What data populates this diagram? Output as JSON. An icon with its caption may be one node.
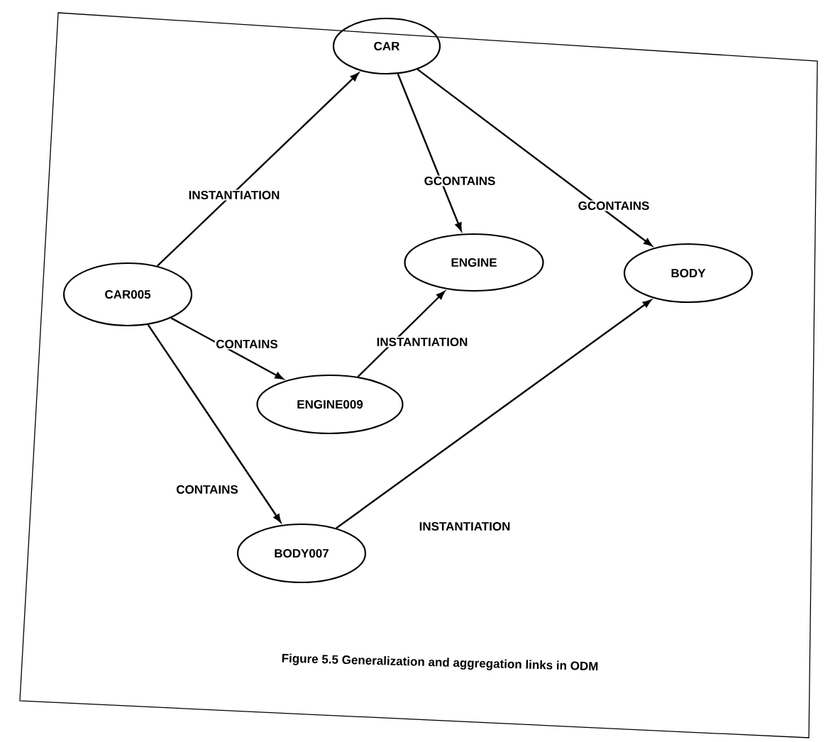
{
  "diagram": {
    "caption": "Figure 5.5   Generalization and aggregation links in ODM",
    "nodes": [
      {
        "text": [
          "CAR"
        ]
      },
      {
        "text": [
          "ENGINE"
        ]
      },
      {
        "text": [
          "BODY"
        ]
      },
      {
        "text": [
          "CAR005"
        ]
      },
      {
        "text": [
          "ENGINE009"
        ]
      },
      {
        "text": [
          "BODY007"
        ]
      }
    ],
    "edges": [
      {
        "from": 3,
        "to": 0,
        "arrow": "to",
        "label": "INSTANTIATION"
      },
      {
        "from": 0,
        "to": 1,
        "arrow": "to",
        "label": "GCONTAINS"
      },
      {
        "from": 0,
        "to": 2,
        "arrow": "to",
        "label": "GCONTAINS"
      },
      {
        "from": 3,
        "to": 4,
        "arrow": "to",
        "label": "CONTAINS"
      },
      {
        "from": 4,
        "to": 1,
        "arrow": "to",
        "label": "INSTANTIATION"
      },
      {
        "from": 3,
        "to": 5,
        "arrow": "to",
        "label": "CONTAINS"
      },
      {
        "from": 5,
        "to": 2,
        "arrow": "to",
        "label": "INSTANTIATION"
      }
    ]
  }
}
